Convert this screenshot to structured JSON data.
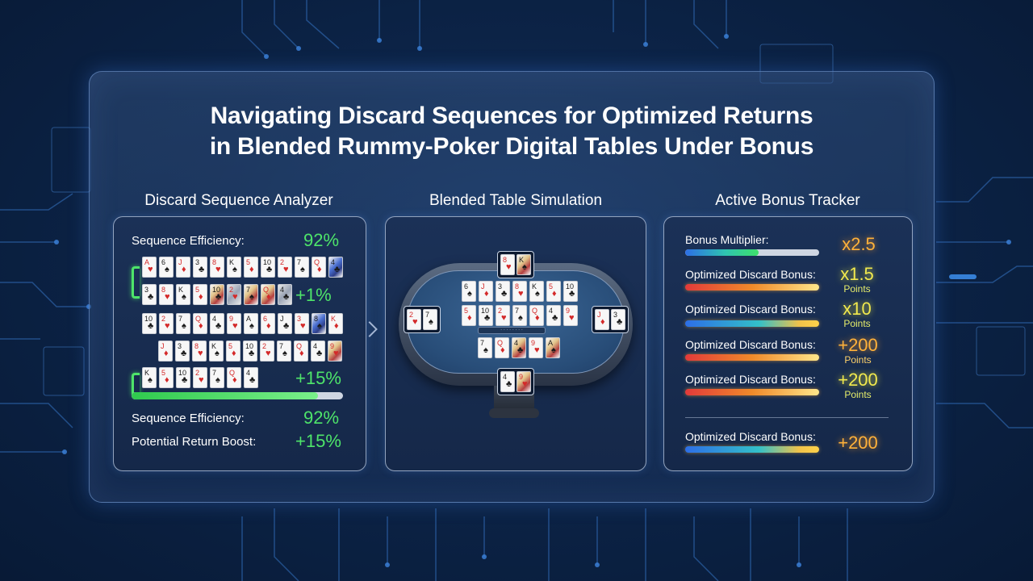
{
  "title": {
    "line1": "Navigating Discard Sequences for Optimized Returns",
    "line2": "in Blended Rummy-Poker Digital Tables Under Bonus"
  },
  "analyzer": {
    "heading": "Discard Sequence Analyzer",
    "efficiency_label_top": "Sequence Efficiency:",
    "efficiency_value_top": "92%",
    "row_boost_1": "+1%",
    "row_boost_2": "+15%",
    "progress_fraction": 0.88,
    "efficiency_label": "Sequence Efficiency:",
    "efficiency_value": "92%",
    "return_label": "Potential Return Boost:",
    "return_value": "+15%"
  },
  "table": {
    "heading": "Blended Table Simulation"
  },
  "bonus": {
    "heading": "Active Bonus Tracker",
    "items": [
      {
        "label": "Bonus Multiplier:",
        "value": "x2.5",
        "unit": "",
        "fill": 0.55
      },
      {
        "label": "Optimized Discard Bonus:",
        "value": "x1.5",
        "unit": "Points"
      },
      {
        "label": "Optimized Discard Bonus:",
        "value": "x10",
        "unit": "Points"
      },
      {
        "label": "Optimized Discard Bonus:",
        "value": "+200",
        "unit": "Points"
      },
      {
        "label": "Optimized Discard Bonus:",
        "value": "+200",
        "unit": "Points"
      },
      {
        "label": "Optimized Discard Bonus:",
        "value": "+200",
        "unit": ""
      }
    ]
  },
  "colors": {
    "accent_green": "#4ee46a",
    "accent_orange": "#ffb13a",
    "accent_yellow": "#f1e94e",
    "background": "#0c2448"
  }
}
